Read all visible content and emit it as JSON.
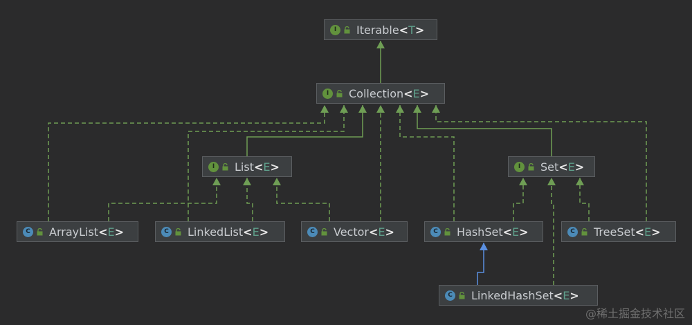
{
  "nodes": {
    "iterable": {
      "name": "Iterable",
      "param": "T",
      "kind": "interface"
    },
    "collection": {
      "name": "Collection",
      "param": "E",
      "kind": "interface"
    },
    "list": {
      "name": "List",
      "param": "E",
      "kind": "interface"
    },
    "set": {
      "name": "Set",
      "param": "E",
      "kind": "interface"
    },
    "arraylist": {
      "name": "ArrayList",
      "param": "E",
      "kind": "class"
    },
    "linkedlist": {
      "name": "LinkedList",
      "param": "E",
      "kind": "class"
    },
    "vector": {
      "name": "Vector",
      "param": "E",
      "kind": "class"
    },
    "hashset": {
      "name": "HashSet",
      "param": "E",
      "kind": "class"
    },
    "treeset": {
      "name": "TreeSet",
      "param": "E",
      "kind": "class"
    },
    "linkedhashset": {
      "name": "LinkedHashSet",
      "param": "E",
      "kind": "class"
    }
  },
  "badges": {
    "interface": "I",
    "class": "C"
  },
  "edges": [
    {
      "from": "collection",
      "to": "iterable",
      "type": "extends"
    },
    {
      "from": "list",
      "to": "collection",
      "type": "extends"
    },
    {
      "from": "set",
      "to": "collection",
      "type": "extends"
    },
    {
      "from": "arraylist",
      "to": "collection",
      "type": "implements"
    },
    {
      "from": "linkedlist",
      "to": "collection",
      "type": "implements"
    },
    {
      "from": "vector",
      "to": "collection",
      "type": "implements"
    },
    {
      "from": "hashset",
      "to": "collection",
      "type": "implements"
    },
    {
      "from": "treeset",
      "to": "collection",
      "type": "implements"
    },
    {
      "from": "arraylist",
      "to": "list",
      "type": "implements"
    },
    {
      "from": "linkedlist",
      "to": "list",
      "type": "implements"
    },
    {
      "from": "vector",
      "to": "list",
      "type": "implements"
    },
    {
      "from": "hashset",
      "to": "set",
      "type": "implements"
    },
    {
      "from": "treeset",
      "to": "set",
      "type": "implements"
    },
    {
      "from": "linkedhashset",
      "to": "set",
      "type": "implements"
    },
    {
      "from": "linkedhashset",
      "to": "hashset",
      "type": "extends-class"
    }
  ],
  "colors": {
    "background": "#2b2b2c",
    "extends": "#6f9e55",
    "implements": "#6f9e55",
    "extends_class": "#5a8fe0"
  },
  "watermark": "@稀土掘金技术社区"
}
